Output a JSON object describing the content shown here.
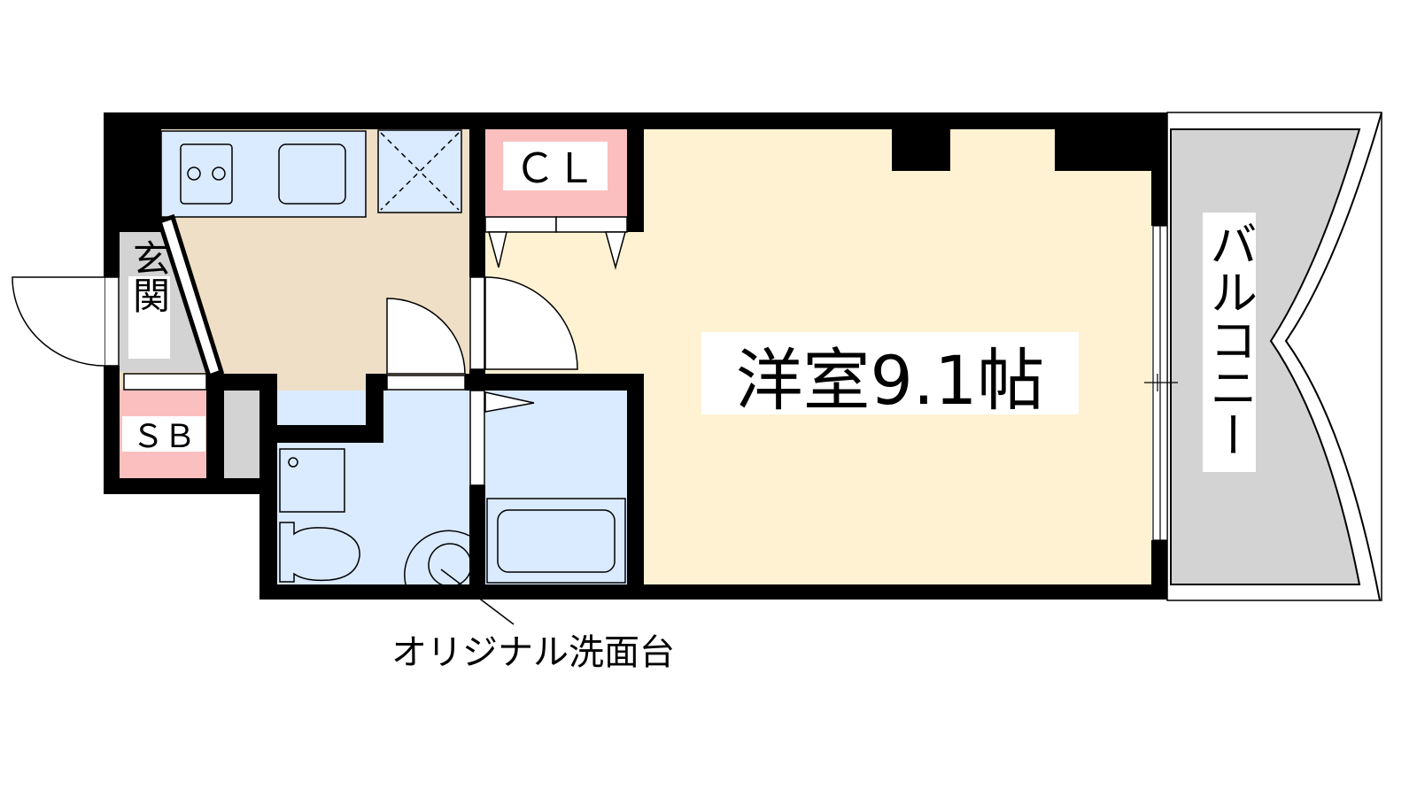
{
  "plan": {
    "main_room_label": "洋室9.1帖",
    "closet_label": "ＣＬ",
    "entrance_label": "玄関",
    "shoe_box_label": "ＳＢ",
    "balcony_label": "バルコニー",
    "vanity_note": "オリジナル洗面台"
  },
  "colors": {
    "wall": "#000000",
    "kitchen": "#eedfc6",
    "room": "#fff2d2",
    "wet_area": "#daeaff",
    "storage": "#fbbfbf",
    "balcony": "#d3d3d3"
  }
}
